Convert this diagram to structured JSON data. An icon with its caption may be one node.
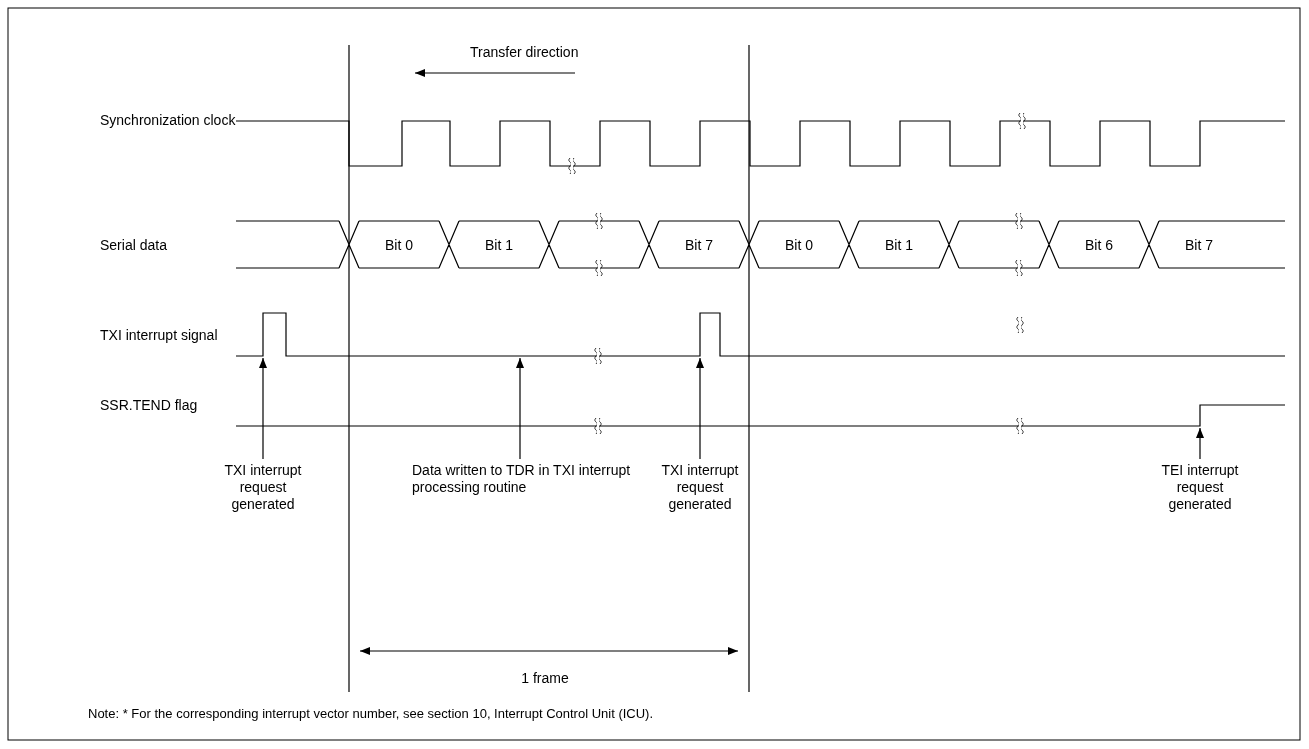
{
  "diagram": {
    "caption": "Note: * For the corresponding interrupt vector number, see section 10, Interrupt Control Unit (ICU).",
    "nodes": [
      {
        "text": [
          "TXI interrupt request generated"
        ]
      },
      {
        "text": [
          "Data written to TDR in TXI interrupt processing routine"
        ]
      },
      {
        "text": [
          "TXI interrupt request generated"
        ]
      },
      {
        "text": [
          "TEI interrupt request generated"
        ]
      }
    ],
    "edges": [
      {
        "from": 0,
        "to": null,
        "arrow": "to"
      },
      {
        "from": 1,
        "to": null,
        "arrow": "to"
      },
      {
        "from": 2,
        "to": null,
        "arrow": "to"
      },
      {
        "from": 3,
        "to": null,
        "arrow": "to"
      }
    ],
    "labels": [
      "Transfer direction",
      "Synchronization clock",
      "Serial data",
      "Bit 0",
      "Bit 1",
      "Bit 7",
      "Bit 0",
      "Bit 1",
      "Bit 6",
      "Bit 7",
      "TXI interrupt signal",
      "SSR.TEND flag",
      "1 frame"
    ]
  }
}
